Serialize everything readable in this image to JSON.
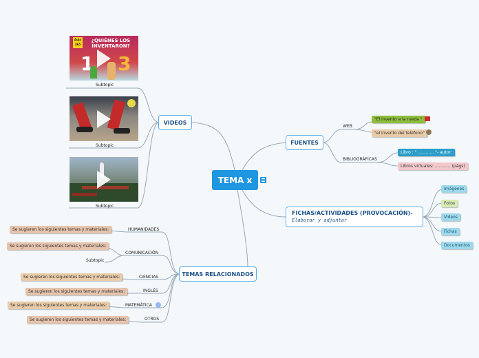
{
  "central": {
    "title": "TEMA x",
    "note_icon": "note-icon"
  },
  "videos": {
    "label": "VIDEOS",
    "items": [
      {
        "caption": "Subtopic",
        "thumb_text_a": "Aula 365",
        "thumb_text_b": "¿QUIÉNES LOS INVENTARON?",
        "thumb_text_c": "1",
        "thumb_text_d": "3"
      },
      {
        "caption": "Subtopic"
      },
      {
        "caption": "Subtopic"
      }
    ]
  },
  "fuentes": {
    "label": "FUENTES",
    "web": {
      "label": "WEB",
      "items": [
        "\"El invento a la rueda \"",
        "\"el invento del teléfono\""
      ]
    },
    "bibliograficas": {
      "label": "BIBLIOGRÁFICAS",
      "items": [
        "Libro : \" ............ \"- autor:",
        "Libros virtuales: ............ (págs)"
      ]
    }
  },
  "fichas": {
    "label_a": "FICHAS/ACT",
    "label_b": "IVIDADES (PROVOCACIÓN)-",
    "sublabel": "Elaborar y adjuntar",
    "items": [
      "Imágenes",
      "Fotos",
      "Videos",
      "Fichas",
      "Documentos"
    ]
  },
  "temas": {
    "label": "TEMAS RELACIONADOS",
    "suggestion": "Se sugieren los siguientes temas y materiales:",
    "subtopic": "Subtopic",
    "categories": [
      "HUMANIDADES",
      "COMUNICACIÓN",
      "CIENCIAS",
      "INGLÉS",
      "MATEMÁTICA",
      "OTROS"
    ]
  },
  "colors": {
    "central": "#1e96e0",
    "connector": "#9aa9b5",
    "main_border": "#5aaee8"
  }
}
